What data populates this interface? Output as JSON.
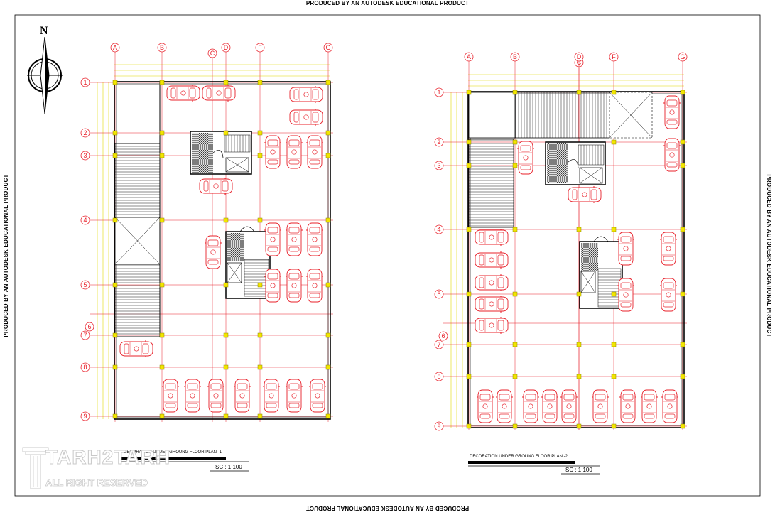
{
  "stamps": {
    "top": "PRODUCED BY AN AUTODESK EDUCATIONAL PRODUCT",
    "bottom": "PRODUCED BY AN AUTODESK EDUCATIONAL PRODUCT",
    "left": "PRODUCED BY AN AUTODESK EDUCATIONAL PRODUCT",
    "right": "PRODUCED BY AN AUTODESK EDUCATIONAL PRODUCT"
  },
  "north": {
    "label": "N"
  },
  "plans": [
    {
      "id": "plan-1",
      "title": "DECORATION UNDER GROUNG FLOOR PLAN -1",
      "scale": "SC : 1.100",
      "grid_cols": [
        "A",
        "B",
        "C",
        "D",
        "F",
        "G"
      ],
      "grid_rows": [
        "1",
        "2",
        "3",
        "4",
        "5",
        "6",
        "7",
        "8",
        "9"
      ]
    },
    {
      "id": "plan-2",
      "title": "DECORATION UNDER GROUNG FLOOR PLAN -2",
      "scale": "SC : 1.100",
      "grid_cols": [
        "A",
        "B",
        "C",
        "D",
        "F",
        "G"
      ],
      "grid_rows": [
        "1",
        "2",
        "3",
        "4",
        "5",
        "6",
        "7",
        "8",
        "9"
      ]
    }
  ],
  "logo": {
    "main": "TARH2TARH",
    "sub": "ALL RIGHT RESERVED",
    "copyright": "©"
  },
  "colors": {
    "grid": "#e8202a",
    "column": "#f2e600",
    "car": "#e8202a",
    "wall": "#000000",
    "dim": "#e0d800"
  }
}
